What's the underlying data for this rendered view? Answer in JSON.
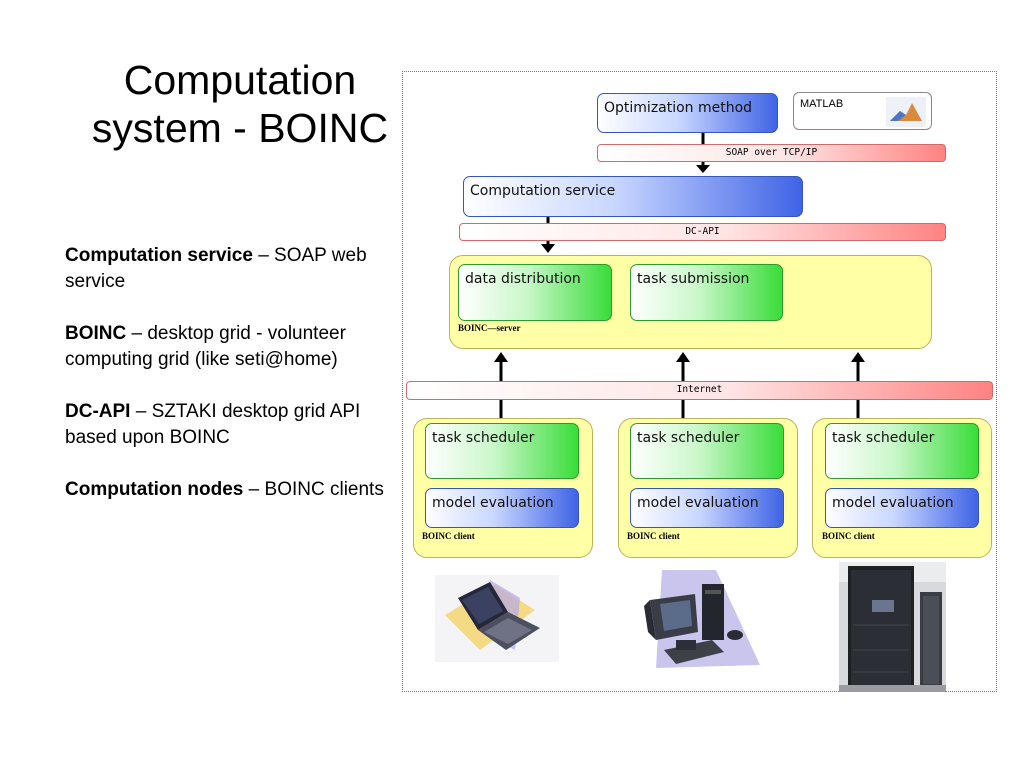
{
  "slide": {
    "title_line1": "Computation",
    "title_line2": "system - BOINC",
    "bullets": [
      {
        "term": "Computation service",
        "desc": " – SOAP web service"
      },
      {
        "term": "BOINC",
        "desc": " – desktop grid - volunteer computing grid (like seti@home)"
      },
      {
        "term": "DC-API",
        "desc": " – SZTAKI desktop grid API based upon BOINC"
      },
      {
        "term": "Computation nodes",
        "desc": " – BOINC clients"
      }
    ]
  },
  "diagram": {
    "optimization": "Optimization method",
    "matlab": "MATLAB",
    "soap": "SOAP over TCP/IP",
    "computation_service": "Computation service",
    "dcapi": "DC-API",
    "data_distribution": "data distribution",
    "task_submission": "task submission",
    "boinc_server": "BOINC—server",
    "internet": "Internet",
    "clients": [
      {
        "scheduler": "task scheduler",
        "evaluation": "model evaluation",
        "label": "BOINC client"
      },
      {
        "scheduler": "task scheduler",
        "evaluation": "model evaluation",
        "label": "BOINC client"
      },
      {
        "scheduler": "task scheduler",
        "evaluation": "model evaluation",
        "label": "BOINC client"
      }
    ],
    "images": [
      "laptop-image",
      "desktop-computer-image",
      "server-rack-image"
    ]
  },
  "colors": {
    "blue": "#3f63e6",
    "green": "#39dd39",
    "yellow": "#ffffa6",
    "pink": "#ff8282"
  }
}
